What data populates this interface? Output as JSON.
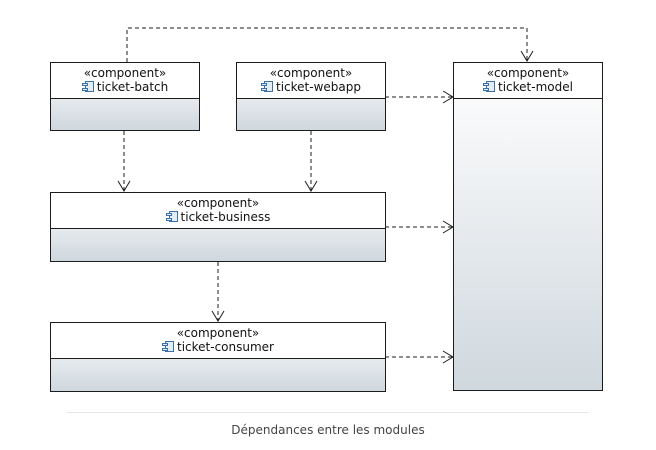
{
  "diagram": {
    "stereotype": "«component»",
    "components": {
      "batch": "ticket-batch",
      "webapp": "ticket-webapp",
      "model": "ticket-model",
      "business": "ticket-business",
      "consumer": "ticket-consumer"
    },
    "dependencies": [
      {
        "from": "ticket-batch",
        "to": "ticket-model"
      },
      {
        "from": "ticket-webapp",
        "to": "ticket-model"
      },
      {
        "from": "ticket-batch",
        "to": "ticket-business"
      },
      {
        "from": "ticket-webapp",
        "to": "ticket-business"
      },
      {
        "from": "ticket-business",
        "to": "ticket-model"
      },
      {
        "from": "ticket-business",
        "to": "ticket-consumer"
      },
      {
        "from": "ticket-consumer",
        "to": "ticket-model"
      }
    ]
  },
  "caption": "Dépendances entre les modules"
}
